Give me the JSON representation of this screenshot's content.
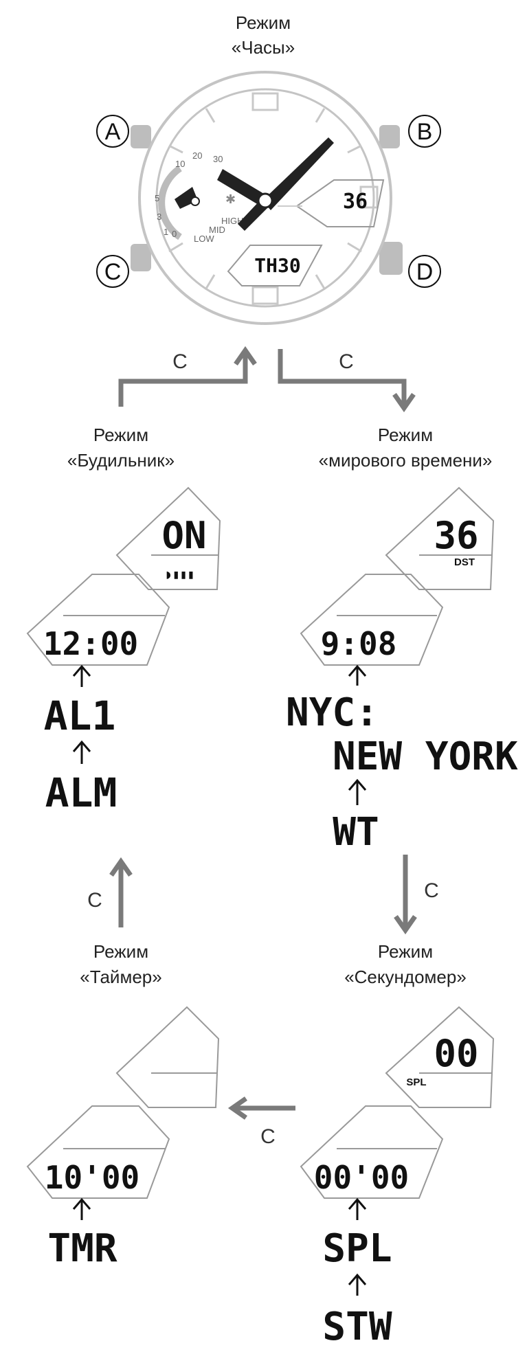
{
  "clock": {
    "label_line1": "Режим",
    "label_line2": "«Часы»",
    "buttons": [
      "A",
      "B",
      "C",
      "D"
    ],
    "date_display": "36",
    "day_display": "TH30",
    "dial_numbers": [
      "10",
      "20",
      "30",
      "5",
      "3",
      "1",
      "0"
    ],
    "level_labels": [
      "HIGH",
      "MID",
      "LOW"
    ]
  },
  "alarm": {
    "label_line1": "Режим",
    "label_line2": "«Будильник»",
    "top_display": "ON",
    "mid_display": "12:00",
    "steps": [
      "AL1",
      "ALM"
    ]
  },
  "world_time": {
    "label_line1": "Режим",
    "label_line2": "«мирового времени»",
    "top_display": "36",
    "top_tag": "DST",
    "mid_display": "9:08",
    "city_code": "NYC:",
    "city_name": "NEW YORK",
    "mode_code": "WT"
  },
  "timer": {
    "label_line1": "Режим",
    "label_line2": "«Таймер»",
    "mid_display": "10'00",
    "mode_code": "TMR"
  },
  "stopwatch": {
    "label_line1": "Режим",
    "label_line2": "«Секундомер»",
    "top_display": "00",
    "top_tag": "SPL",
    "mid_display": "00'00",
    "steps": [
      "SPL",
      "STW"
    ]
  },
  "transition_button": "C",
  "colors": {
    "arrow": "#7a7a7a",
    "frame": "#999999",
    "ink": "#111111"
  }
}
